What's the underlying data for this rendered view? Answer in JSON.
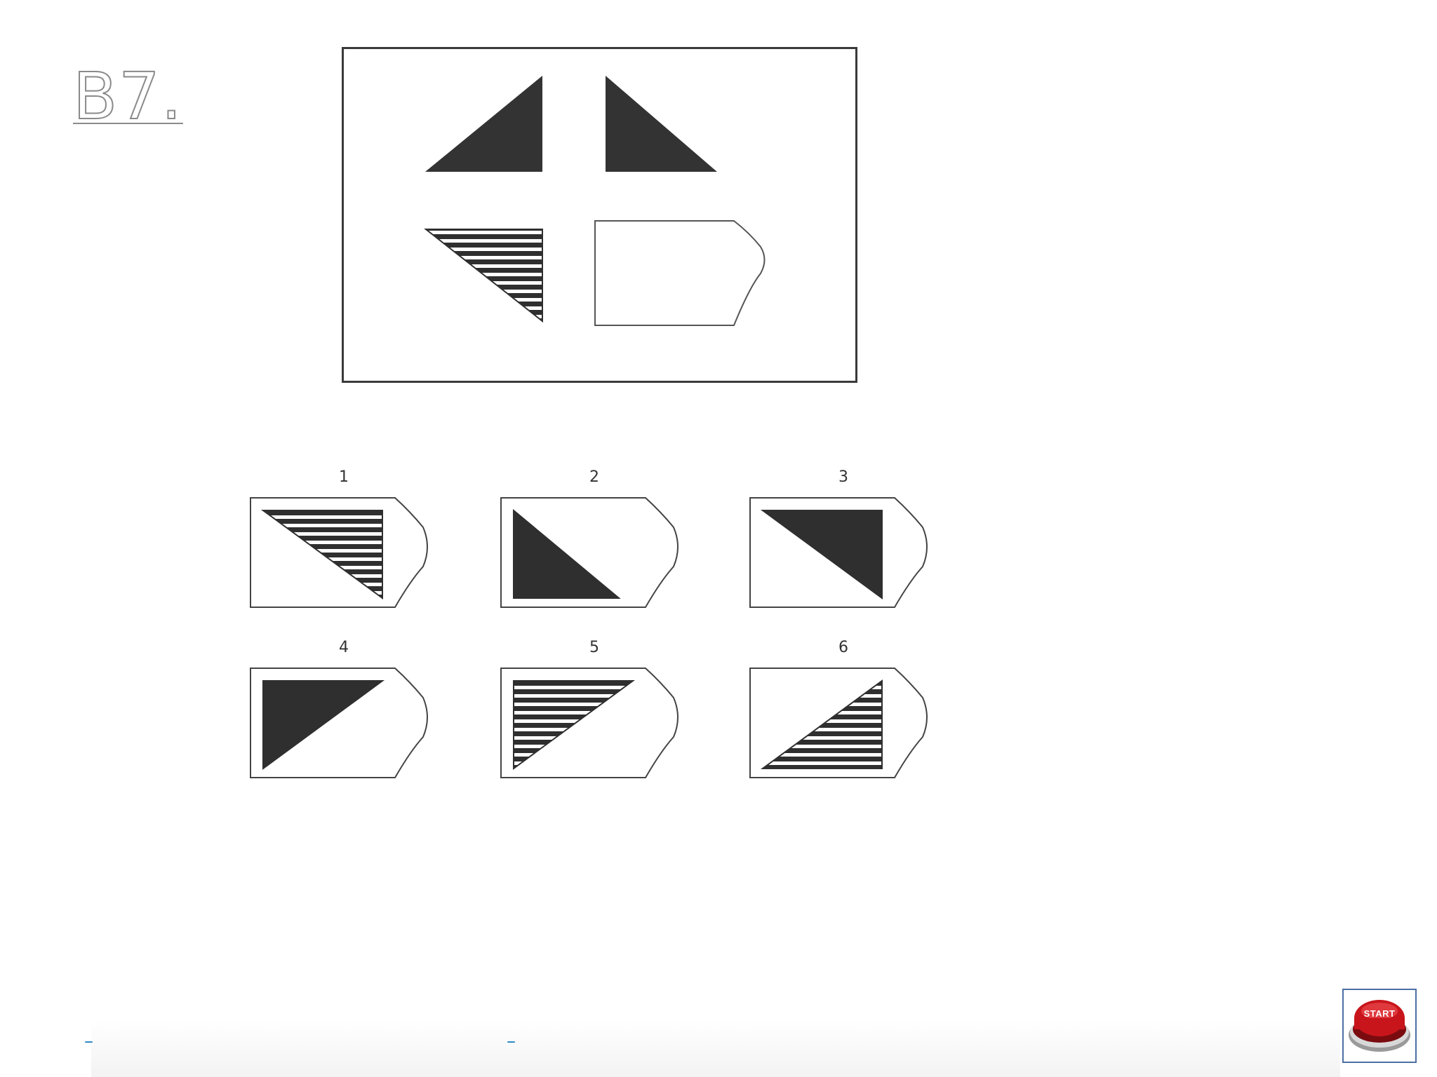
{
  "slide": {
    "title": "B7."
  },
  "problem": {
    "cells": [
      {
        "position": "top-left",
        "shape": "triangle",
        "fill": "solid"
      },
      {
        "position": "top-right",
        "shape": "triangle",
        "fill": "solid"
      },
      {
        "position": "bottom-left",
        "shape": "triangle",
        "fill": "striped"
      },
      {
        "position": "bottom-right",
        "shape": "answer-tag",
        "fill": "empty"
      }
    ]
  },
  "options": [
    {
      "number": "1",
      "fill": "striped"
    },
    {
      "number": "2",
      "fill": "solid"
    },
    {
      "number": "3",
      "fill": "solid"
    },
    {
      "number": "4",
      "fill": "solid"
    },
    {
      "number": "5",
      "fill": "striped"
    },
    {
      "number": "6",
      "fill": "striped"
    }
  ],
  "footer": {
    "left_link": "–",
    "right_link": "–"
  },
  "start_button": {
    "label": "START",
    "icon": "start-button-icon"
  },
  "colors": {
    "figure": "#3a3a3a",
    "link": "#1a7fc0",
    "start_red": "#c8151b",
    "start_border": "#4b6fa3"
  }
}
